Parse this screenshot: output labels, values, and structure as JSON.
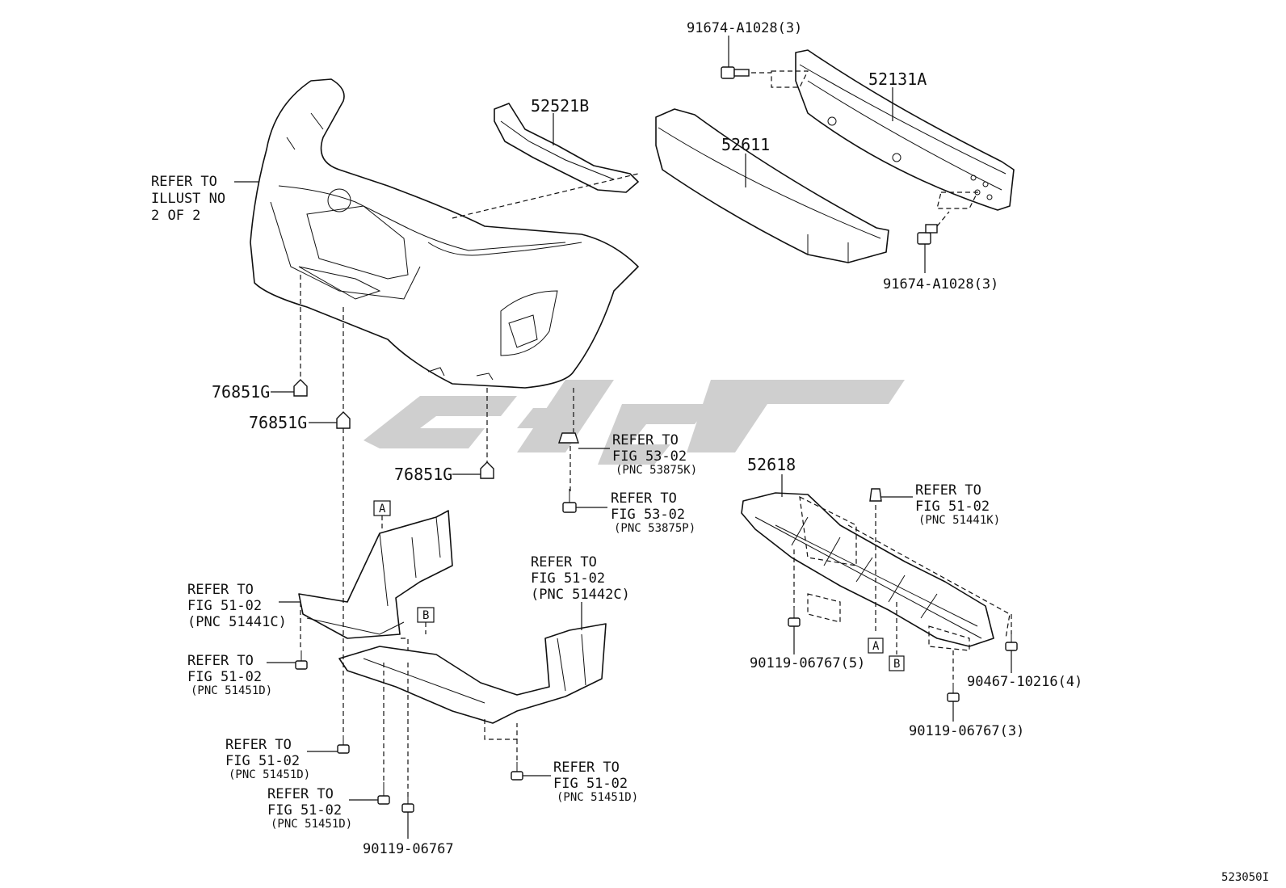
{
  "labels": {
    "l_91674_top": "91674-A1028(3)",
    "l_52131a": "52131A",
    "l_52521b": "52521B",
    "l_52611": "52611",
    "l_refer_illust_1": "REFER TO",
    "l_refer_illust_2": "ILLUST NO",
    "l_refer_illust_3": "2 OF 2",
    "l_91674_bot": "91674-A1028(3)",
    "l_76851g_1": "76851G",
    "l_76851g_2": "76851G",
    "l_76851g_3": "76851G",
    "l_ref_53875k_1": "REFER TO",
    "l_ref_53875k_2": "FIG 53-02",
    "l_ref_53875k_3": "(PNC 53875K)",
    "l_ref_53875p_1": "REFER TO",
    "l_ref_53875p_2": "FIG 53-02",
    "l_ref_53875p_3": "(PNC 53875P)",
    "l_52618": "52618",
    "l_ref_51441k_1": "REFER TO",
    "l_ref_51441k_2": "FIG 51-02",
    "l_ref_51441k_3": "(PNC 51441K)",
    "l_box_a1": "A",
    "l_box_b1": "B",
    "l_box_a2": "A",
    "l_box_b2": "B",
    "l_ref_51442c_1": "REFER TO",
    "l_ref_51442c_2": "FIG 51-02",
    "l_ref_51442c_3": "(PNC 51442C)",
    "l_ref_51441c_1": "REFER TO",
    "l_ref_51441c_2": "FIG 51-02",
    "l_ref_51441c_3": "(PNC 51441C)",
    "l_ref_51451d_a1": "REFER TO",
    "l_ref_51451d_a2": "FIG 51-02",
    "l_ref_51451d_a3": "(PNC 51451D)",
    "l_90119_5": "90119-06767(5)",
    "l_90467": "90467-10216(4)",
    "l_90119_3": "90119-06767(3)",
    "l_ref_51451d_b1": "REFER TO",
    "l_ref_51451d_b2": "FIG 51-02",
    "l_ref_51451d_b3": "(PNC 51451D)",
    "l_ref_51451d_c1": "REFER TO",
    "l_ref_51451d_c2": "FIG 51-02",
    "l_ref_51451d_c3": "(PNC 51451D)",
    "l_ref_51451d_d1": "REFER TO",
    "l_ref_51451d_d2": "FIG 51-02",
    "l_ref_51451d_d3": "(PNC 51451D)",
    "l_90119_single": "90119-06767",
    "l_figure_code": "523050I"
  }
}
